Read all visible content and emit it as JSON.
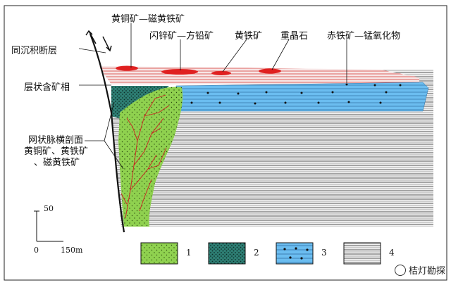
{
  "labels": {
    "top_left": "黄铜矿—磁黄铁矿",
    "top_sphalerite": "闪锌矿—方铅矿",
    "top_pyrite": "黄铁矿",
    "top_barite": "重晶石",
    "top_hematite": "赤铁矿—锰氧化物",
    "syn_fault": "同沉积断层",
    "layered_facies": "层状含矿相",
    "stockwork_line1": "网状脉横剖面",
    "stockwork_line2": "黄铜矿、黄铁矿",
    "stockwork_line3": "、磁黄铁矿"
  },
  "scale": {
    "vertical": "50",
    "zero": "0",
    "horizontal": "150m"
  },
  "legend": {
    "items": [
      {
        "num": "1"
      },
      {
        "num": "2"
      },
      {
        "num": "3"
      },
      {
        "num": "4"
      }
    ]
  },
  "watermark": "桔灯勘探",
  "colors": {
    "green": "#8fd14f",
    "teal": "#2e7f74",
    "blue": "#6bbdf0",
    "red_band": "#e25a5a",
    "grey": "#bdbdbd"
  }
}
